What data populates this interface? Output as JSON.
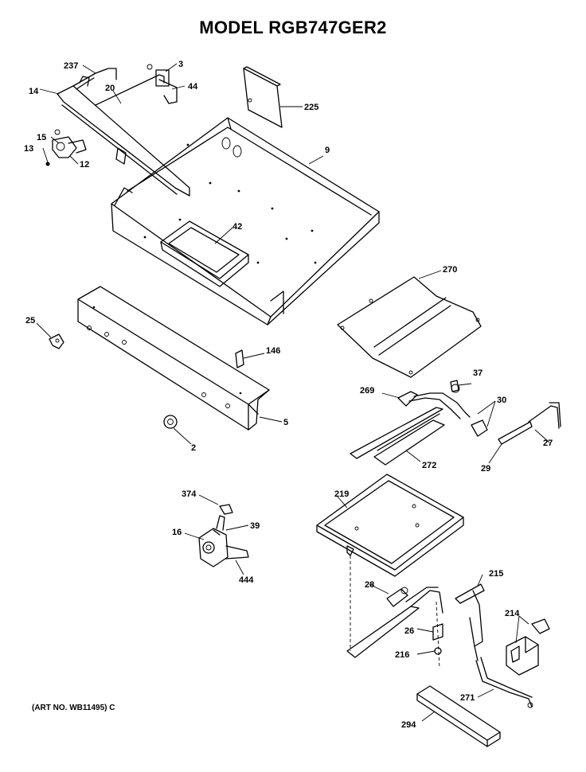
{
  "title": "MODEL RGB747GER2",
  "art_no": "(ART NO. WB11495) C",
  "callouts": [
    "237",
    "3",
    "14",
    "20",
    "44",
    "225",
    "15",
    "13",
    "12",
    "9",
    "42",
    "270",
    "25",
    "146",
    "37",
    "269",
    "30",
    "5",
    "2",
    "27",
    "272",
    "29",
    "374",
    "219",
    "16",
    "39",
    "444",
    "215",
    "28",
    "214",
    "26",
    "216",
    "271",
    "294"
  ]
}
